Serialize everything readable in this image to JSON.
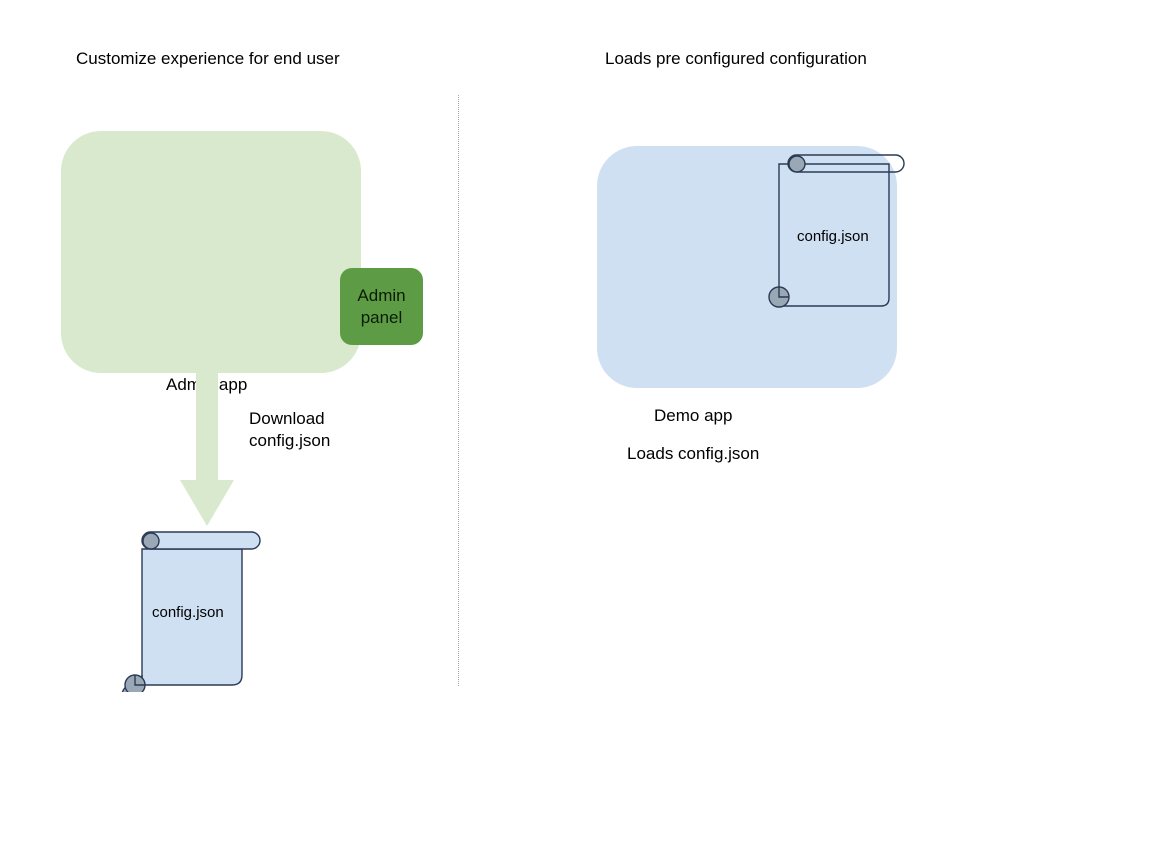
{
  "diagram": {
    "title_left": "Customize experience for end user",
    "title_right": "Loads pre configured configuration",
    "divider": "vertical-dotted-divider",
    "colors": {
      "admin_app_fill": "#d9e9cd",
      "admin_panel_fill": "#5d9c44",
      "demo_app_fill": "#cfe0f3",
      "scroll_fill": "#cfe0f3",
      "scroll_stroke": "#2b3a55",
      "scroll_curl_fill": "#9aa7b5",
      "arrow_fill": "#d9e9cd",
      "divider_stroke": "#9a9a9a",
      "text": "#000000"
    }
  },
  "left_flow": {
    "app": {
      "label": "Admin app",
      "panel_label": "Admin\npanel",
      "panel_line1": "Admin",
      "panel_line2": "panel"
    },
    "arrow": {
      "name": "download-arrow",
      "label_line1": "Download",
      "label_line2": "config.json",
      "direction": "down"
    },
    "document": {
      "label": "config.json",
      "icon": "scroll-icon"
    }
  },
  "right_flow": {
    "app": {
      "label": "Demo app"
    },
    "document": {
      "label": "config.json",
      "icon": "scroll-icon"
    },
    "caption": "Loads config.json"
  }
}
